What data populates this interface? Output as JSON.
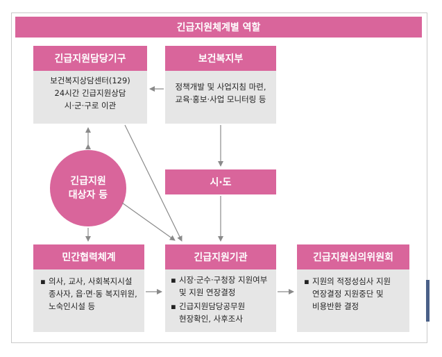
{
  "title": "긴급지원체계별 역할",
  "nodes": {
    "agency": {
      "header": "긴급지원담당기구",
      "lines": [
        "보건복지상담센터(129)",
        "24시간 긴급지원상담",
        "시·군·구로 이관"
      ]
    },
    "ministry": {
      "header": "보건복지부",
      "lines": [
        "정책개발 및 사업지침 마련,",
        "교육·홍보·사업 모니터링 등"
      ]
    },
    "target": {
      "line1": "긴급지원",
      "line2": "대상자 등"
    },
    "sido": {
      "label": "시·도"
    },
    "private": {
      "header": "민간협력체계",
      "bullet": "▪",
      "lines": [
        "의사, 교사, 사회복지시설",
        "종사자, 읍·면·동 복지위원,",
        "노숙인시설 등"
      ]
    },
    "institution": {
      "header": "긴급지원기관",
      "bullets": [
        {
          "mark": "▪",
          "lines": [
            "시장·군수·구청장 지원여부",
            "및 지원 연장결정"
          ]
        },
        {
          "mark": "▪",
          "lines": [
            "긴급지원담당공무원",
            "현장확인, 사후조사"
          ]
        }
      ]
    },
    "committee": {
      "header": "긴급지원심의위원회",
      "bullet": "▪",
      "lines": [
        "지원의 적정성심사 지원",
        "연장결정 지원중단 및",
        "비용반환 결정"
      ]
    }
  },
  "colors": {
    "accent": "#d9659b",
    "box_fill": "#e6e6e6",
    "arrow": "#8a8a8a",
    "side_bar": "#4a6088"
  }
}
